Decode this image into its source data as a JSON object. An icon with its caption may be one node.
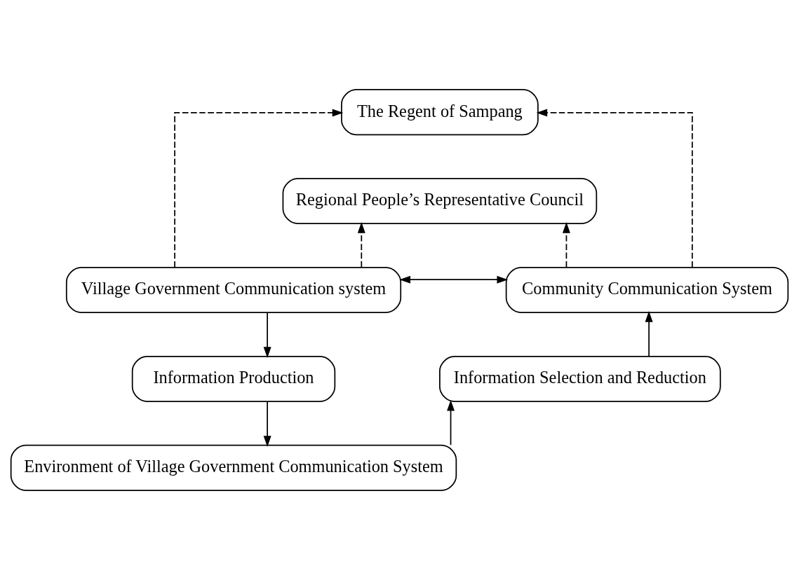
{
  "diagram": {
    "nodes": [
      {
        "text": [
          "The Regent of Sampang"
        ]
      },
      {
        "text": [
          "Regional People’s Representative Council"
        ]
      },
      {
        "text": [
          "Village Government Communication system"
        ]
      },
      {
        "text": [
          "Community Communication System"
        ]
      },
      {
        "text": [
          "Information Production"
        ]
      },
      {
        "text": [
          "Information Selection and Reduction"
        ]
      },
      {
        "text": [
          "Environment of Village Government Communication System"
        ]
      }
    ],
    "edges": [
      {
        "from": 2,
        "to": 0,
        "arrow": "to",
        "style": "dashed"
      },
      {
        "from": 2,
        "to": 1,
        "arrow": "to",
        "style": "dashed"
      },
      {
        "from": 3,
        "to": 0,
        "arrow": "to",
        "style": "dashed"
      },
      {
        "from": 3,
        "to": 1,
        "arrow": "to",
        "style": "dashed"
      },
      {
        "from": 2,
        "to": 3,
        "arrow": "both"
      },
      {
        "from": 2,
        "to": 4,
        "arrow": "to"
      },
      {
        "from": 4,
        "to": 6,
        "arrow": "to"
      },
      {
        "from": 6,
        "to": 5,
        "arrow": "to"
      },
      {
        "from": 5,
        "to": 3,
        "arrow": "to"
      }
    ]
  }
}
